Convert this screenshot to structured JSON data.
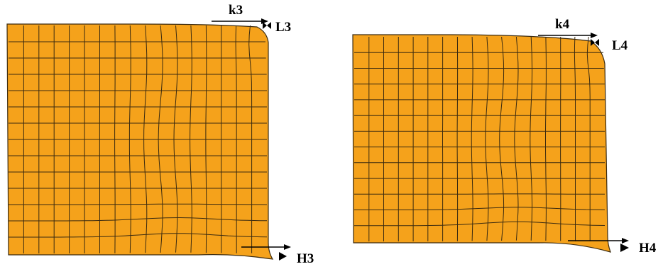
{
  "colors": {
    "mesh_fill": "#F5A21B",
    "mesh_line": "#3a2a10",
    "arrow": "#000000",
    "background": "#ffffff"
  },
  "panels": [
    {
      "id": "left",
      "top_arrow_label": "k3",
      "top_corner_label": "L3",
      "bottom_corner_label": "H3"
    },
    {
      "id": "right",
      "top_arrow_label": "k4",
      "top_corner_label": "L4",
      "bottom_corner_label": "H4"
    }
  ]
}
